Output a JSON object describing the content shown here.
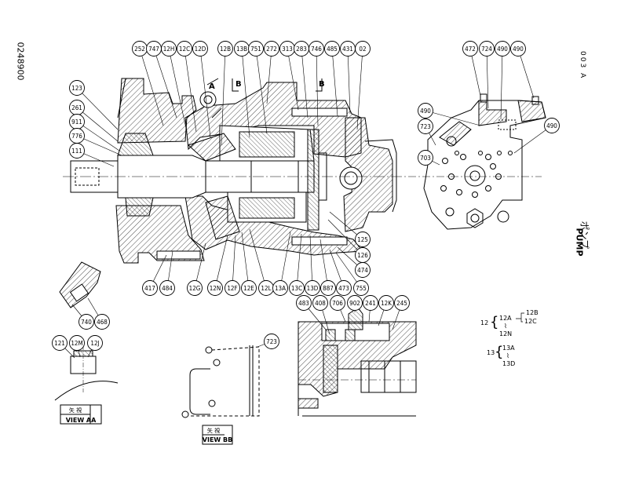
{
  "doc_number": "0248900",
  "page_code": "003 A",
  "title_jp": "ポンプ",
  "title_en": "PUMP",
  "section_marks": {
    "a": "A",
    "b_left": "B",
    "b_right": "B"
  },
  "callouts": {
    "c252": "252",
    "c747": "747",
    "c12H": "12H",
    "c12C": "12C",
    "c12D": "12D",
    "c12B": "12B",
    "c13B": "13B",
    "c751": "751",
    "c272": "272",
    "c313": "313",
    "c283": "283",
    "c746": "746",
    "c485": "485",
    "c431": "431",
    "c02": "02",
    "c123": "123",
    "c261": "261",
    "c911": "911",
    "c776": "776",
    "c111": "111",
    "c125": "125",
    "c126": "126",
    "c474": "474",
    "c417": "417",
    "c484": "484",
    "c12G": "12G",
    "c12N": "12N",
    "c12F": "12F",
    "c12E": "12E",
    "c12L": "12L",
    "c13A": "13A",
    "c13C": "13C",
    "c13D": "13D",
    "c887": "887",
    "c473": "473",
    "c755": "755",
    "r472": "472",
    "r724": "724",
    "r490a": "490",
    "r490b": "490",
    "r490c": "490",
    "r723": "723",
    "r703": "703",
    "r490d": "490",
    "c740": "740",
    "c468": "468",
    "c121": "121",
    "c12M": "12M",
    "c12J": "12J",
    "c723b": "723",
    "c483": "483",
    "c408": "408",
    "c706": "706",
    "c902": "902",
    "c241": "241",
    "c12K": "12K",
    "c245": "245"
  },
  "view_aa": {
    "jp": "矢 視",
    "label": "VIEW AA"
  },
  "view_bb": {
    "jp": "矢 視",
    "label": "VIEW BB"
  },
  "legend": {
    "g12": {
      "main": "12",
      "a": "12A",
      "b": "12B",
      "c": "12C",
      "dash": "{",
      "wave": "⌇",
      "n": "12N"
    },
    "g13": {
      "main": "13",
      "a": "13A",
      "wave": "⌇",
      "d": "13D"
    }
  }
}
